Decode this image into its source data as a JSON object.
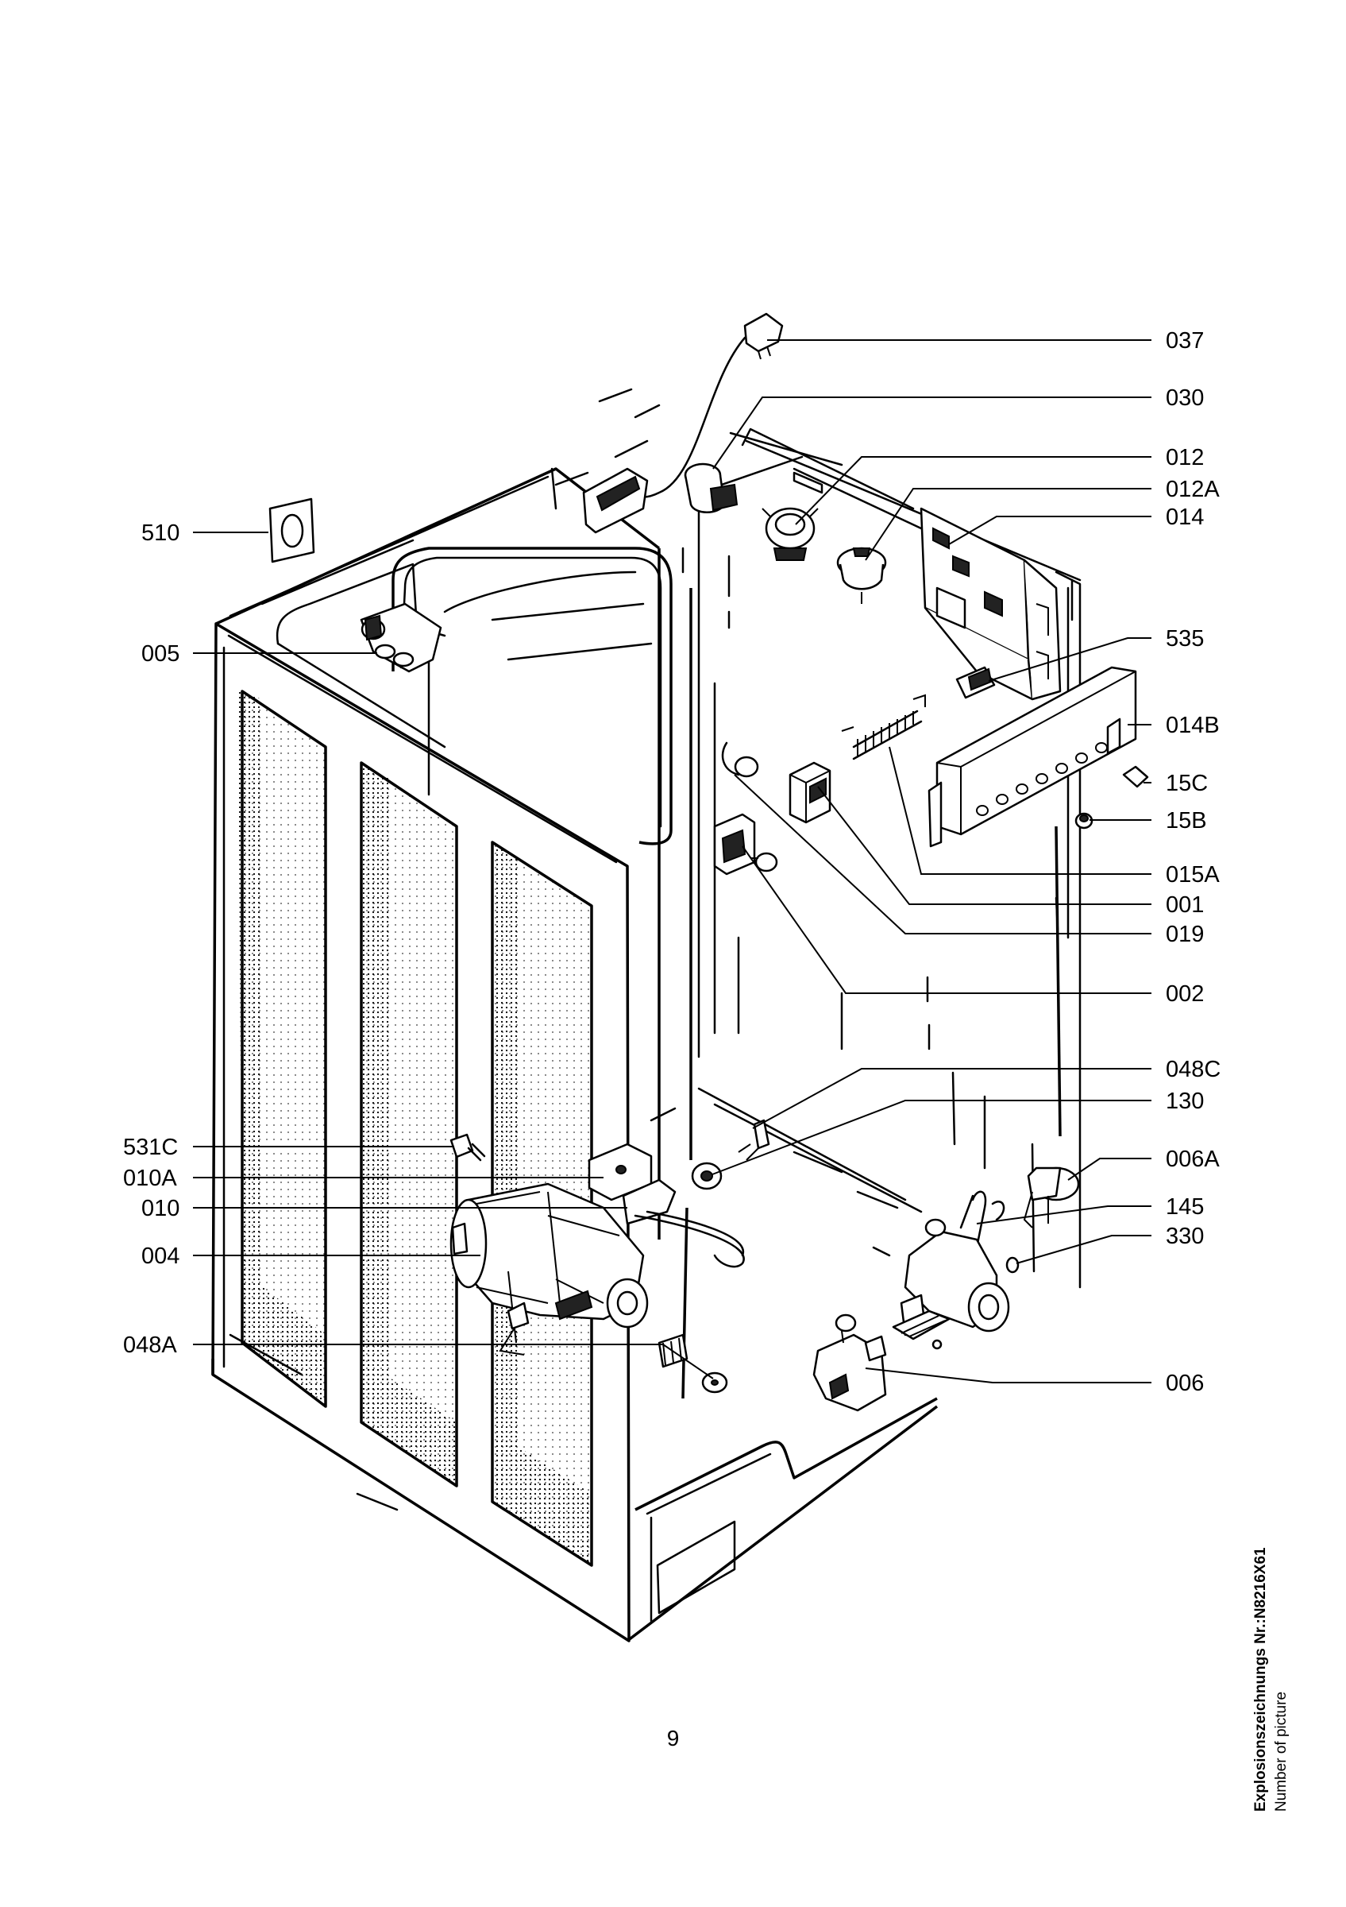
{
  "callouts": [
    {
      "id": "037",
      "side": "right"
    },
    {
      "id": "030",
      "side": "right"
    },
    {
      "id": "012",
      "side": "right"
    },
    {
      "id": "012A",
      "side": "right"
    },
    {
      "id": "014",
      "side": "right"
    },
    {
      "id": "510",
      "side": "left"
    },
    {
      "id": "005",
      "side": "left"
    },
    {
      "id": "535",
      "side": "right"
    },
    {
      "id": "014B",
      "side": "right"
    },
    {
      "id": "15C",
      "side": "right"
    },
    {
      "id": "15B",
      "side": "right"
    },
    {
      "id": "015A",
      "side": "right"
    },
    {
      "id": "001",
      "side": "right"
    },
    {
      "id": "019",
      "side": "right"
    },
    {
      "id": "002",
      "side": "right"
    },
    {
      "id": "048C",
      "side": "right"
    },
    {
      "id": "130",
      "side": "right"
    },
    {
      "id": "531C",
      "side": "left"
    },
    {
      "id": "010A",
      "side": "left"
    },
    {
      "id": "010",
      "side": "left"
    },
    {
      "id": "006A",
      "side": "right"
    },
    {
      "id": "145",
      "side": "right"
    },
    {
      "id": "330",
      "side": "right"
    },
    {
      "id": "004",
      "side": "left"
    },
    {
      "id": "048A",
      "side": "left"
    },
    {
      "id": "006",
      "side": "right"
    }
  ],
  "page_number": "9",
  "picture_ref": {
    "title": "Explosionszeichnungs Nr.:N8216X61",
    "subtitle": "Number of picture"
  }
}
